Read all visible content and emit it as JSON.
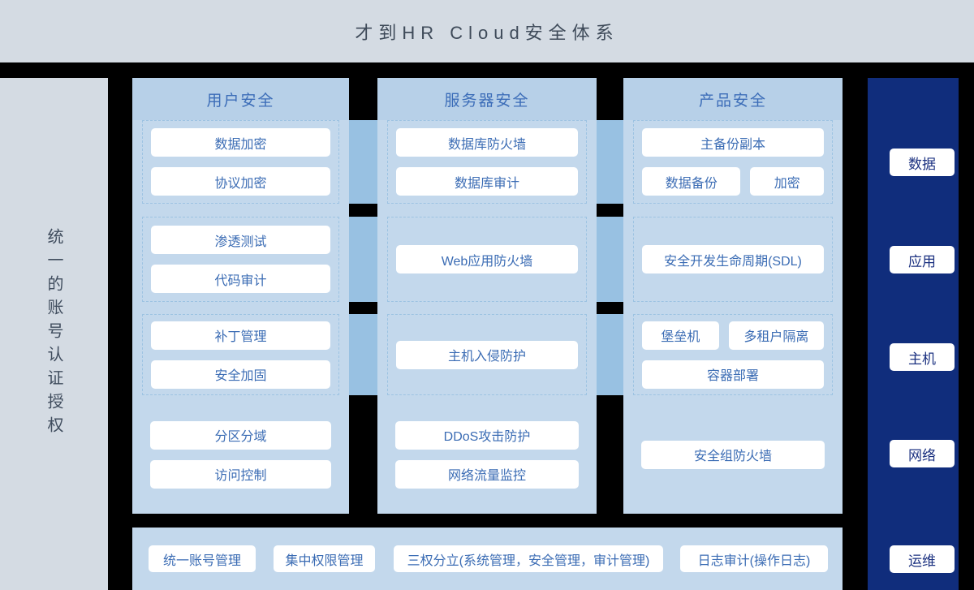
{
  "header": {
    "title": "才到HR Cloud安全体系"
  },
  "left_sidebar": {
    "label": "统一的账号认证授权"
  },
  "columns": [
    {
      "title": "用户安全",
      "groups": [
        {
          "dashed": true,
          "rows": [
            {
              "boxes": [
                "数据加密"
              ]
            },
            {
              "boxes": [
                "协议加密"
              ]
            }
          ]
        },
        {
          "dashed": true,
          "rows": [
            {
              "boxes": [
                "渗透测试"
              ]
            },
            {
              "boxes": [
                "代码审计"
              ]
            }
          ]
        },
        {
          "dashed": true,
          "rows": [
            {
              "boxes": [
                "补丁管理"
              ]
            },
            {
              "boxes": [
                "安全加固"
              ]
            }
          ]
        },
        {
          "dashed": false,
          "rows": [
            {
              "boxes": [
                "分区分域"
              ]
            },
            {
              "boxes": [
                "访问控制"
              ]
            }
          ]
        }
      ]
    },
    {
      "title": "服务器安全",
      "groups": [
        {
          "dashed": true,
          "rows": [
            {
              "boxes": [
                "数据库防火墙"
              ]
            },
            {
              "boxes": [
                "数据库审计"
              ]
            }
          ]
        },
        {
          "dashed": true,
          "rows": [
            {
              "boxes": [
                "Web应用防火墙"
              ]
            }
          ]
        },
        {
          "dashed": true,
          "rows": [
            {
              "boxes": [
                "主机入侵防护"
              ]
            }
          ]
        },
        {
          "dashed": false,
          "rows": [
            {
              "boxes": [
                "DDoS攻击防护"
              ]
            },
            {
              "boxes": [
                "网络流量监控"
              ]
            }
          ]
        }
      ]
    },
    {
      "title": "产品安全",
      "groups": [
        {
          "dashed": true,
          "rows": [
            {
              "boxes": [
                "主备份副本"
              ]
            },
            {
              "boxes": [
                "数据备份",
                "加密"
              ]
            }
          ]
        },
        {
          "dashed": true,
          "rows": [
            {
              "boxes": [
                "安全开发生命周期(SDL)"
              ]
            }
          ]
        },
        {
          "dashed": true,
          "rows": [
            {
              "boxes": [
                "堡垒机",
                "多租户隔离"
              ]
            },
            {
              "boxes": [
                "容器部署"
              ]
            }
          ]
        },
        {
          "dashed": false,
          "rows": [
            {
              "boxes": [
                "安全组防火墙"
              ]
            }
          ]
        }
      ]
    }
  ],
  "right_sidebar": {
    "items": [
      "数据",
      "应用",
      "主机",
      "网络",
      "运维"
    ]
  },
  "bottom_bar": {
    "items": [
      "统一账号管理",
      "集中权限管理",
      "三权分立(系统管理，安全管理，审计管理)",
      "日志审计(操作日志)"
    ]
  },
  "colors": {
    "background": "#000000",
    "top_bar": "#d4dbe3",
    "left_bar": "#d4dbe3",
    "column_body": "#c3d8ec",
    "column_header": "#b7d0e8",
    "connector": "#98c1e2",
    "dashed_border": "#9dc3e2",
    "navy_bar": "#102d7c",
    "box_text": "#3b6cb4",
    "navy_box_text": "#1b3180",
    "title_text": "#3e4a59"
  }
}
